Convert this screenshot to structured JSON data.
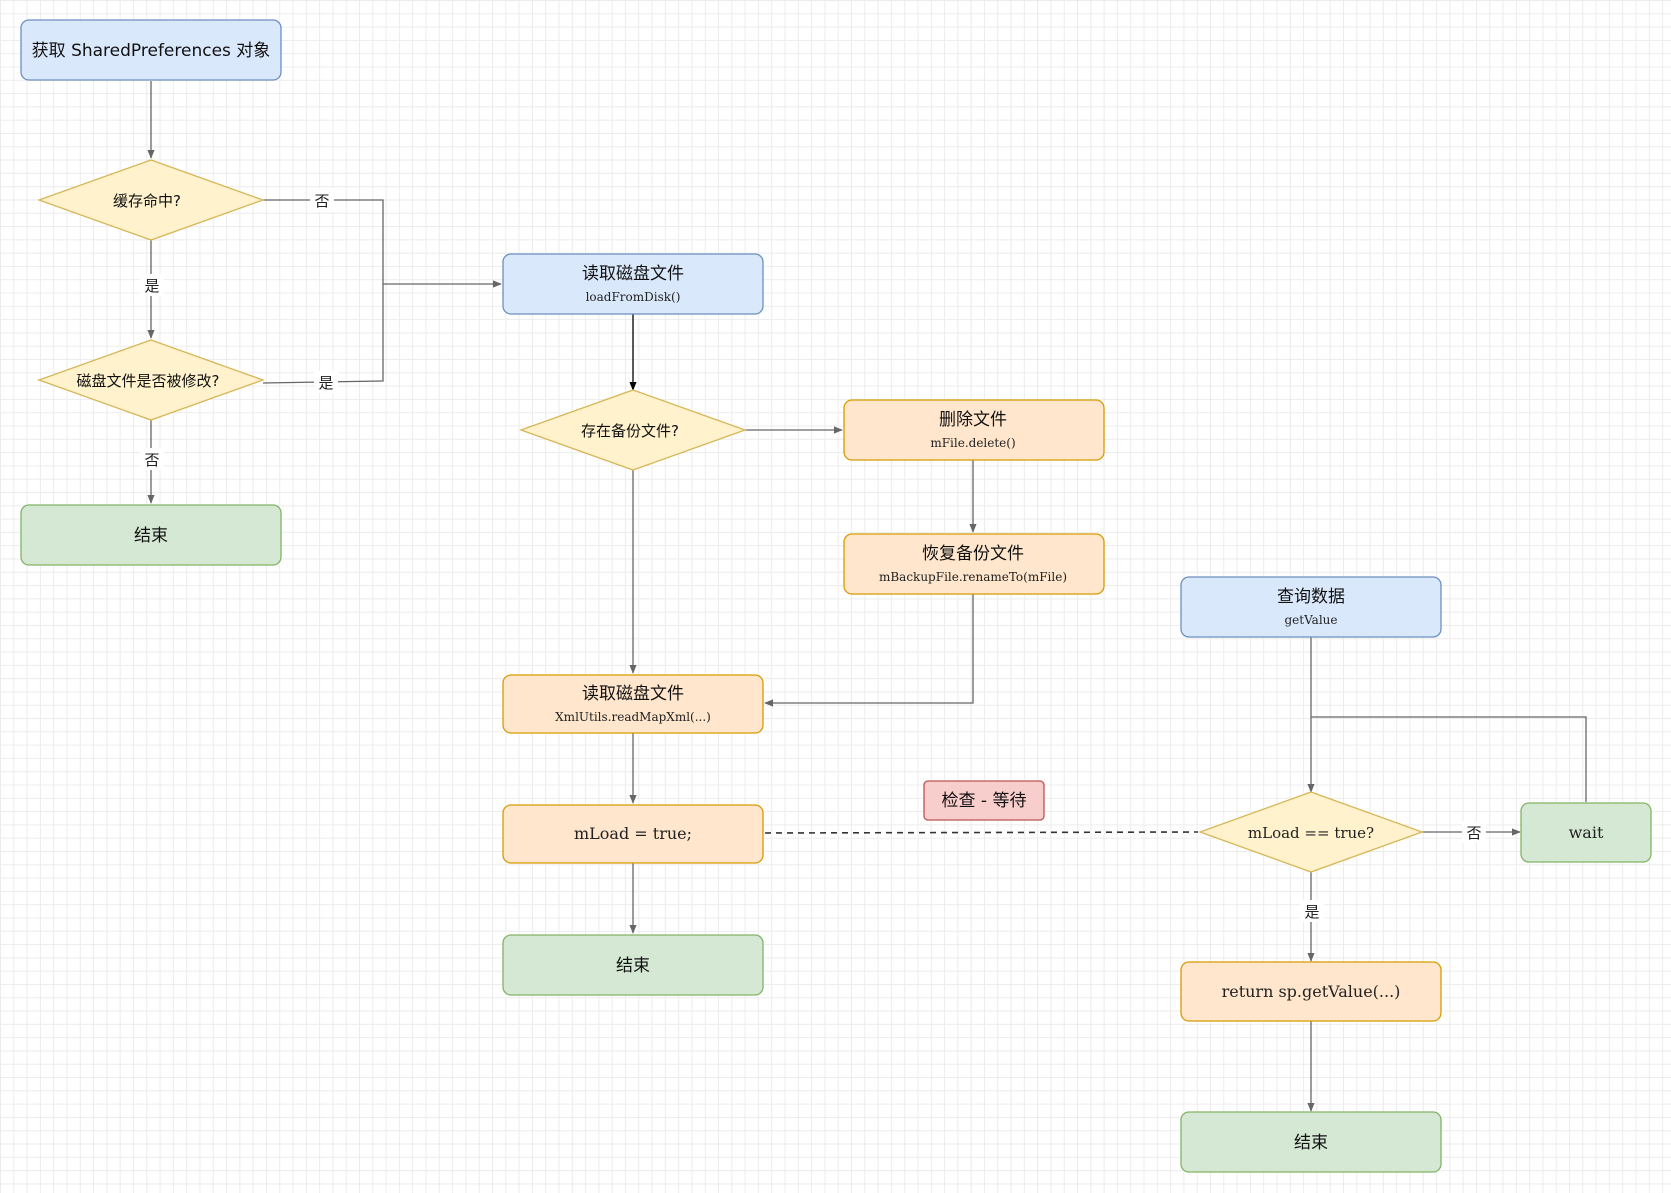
{
  "colors": {
    "blue_fill": "#dae8fc",
    "blue_stroke": "#6c8ebf",
    "yellow_fill": "#fff2cc",
    "yellow_stroke": "#d6b656",
    "orange_fill": "#ffe6cc",
    "orange_stroke": "#d79b00",
    "green_fill": "#d5e8d4",
    "green_stroke": "#82b366",
    "red_fill": "#f8cecc",
    "red_stroke": "#b85450",
    "edge": "#666666"
  },
  "nodes": {
    "get_sp": {
      "title": "获取 SharedPreferences 对象"
    },
    "cache_hit": {
      "title": "缓存命中?"
    },
    "disk_modified": {
      "title": "磁盘文件是否被修改?"
    },
    "end_left": {
      "title": "结束"
    },
    "read_disk": {
      "title": "读取磁盘文件",
      "subtitle": "loadFromDisk()"
    },
    "backup_exists": {
      "title": "存在备份文件?"
    },
    "delete_file": {
      "title": "删除文件",
      "subtitle": "mFile.delete()"
    },
    "restore_backup": {
      "title": "恢复备份文件",
      "subtitle": "mBackupFile.renameTo(mFile)"
    },
    "read_xml": {
      "title": "读取磁盘文件",
      "subtitle": "XmlUtils.readMapXml(...)"
    },
    "mload_true": {
      "title": "mLoad = true;"
    },
    "end_middle": {
      "title": "结束"
    },
    "query_data": {
      "title": "查询数据",
      "subtitle": "getValue"
    },
    "check_wait": {
      "title": "检查 - 等待"
    },
    "mload_check": {
      "title": "mLoad == true?"
    },
    "wait": {
      "title": "wait"
    },
    "return_value": {
      "title": "return sp.getValue(...)"
    },
    "end_right": {
      "title": "结束"
    }
  },
  "edge_labels": {
    "cache_no": "否",
    "cache_yes": "是",
    "modified_yes": "是",
    "modified_no": "否",
    "mload_no": "否",
    "mload_yes": "是"
  }
}
